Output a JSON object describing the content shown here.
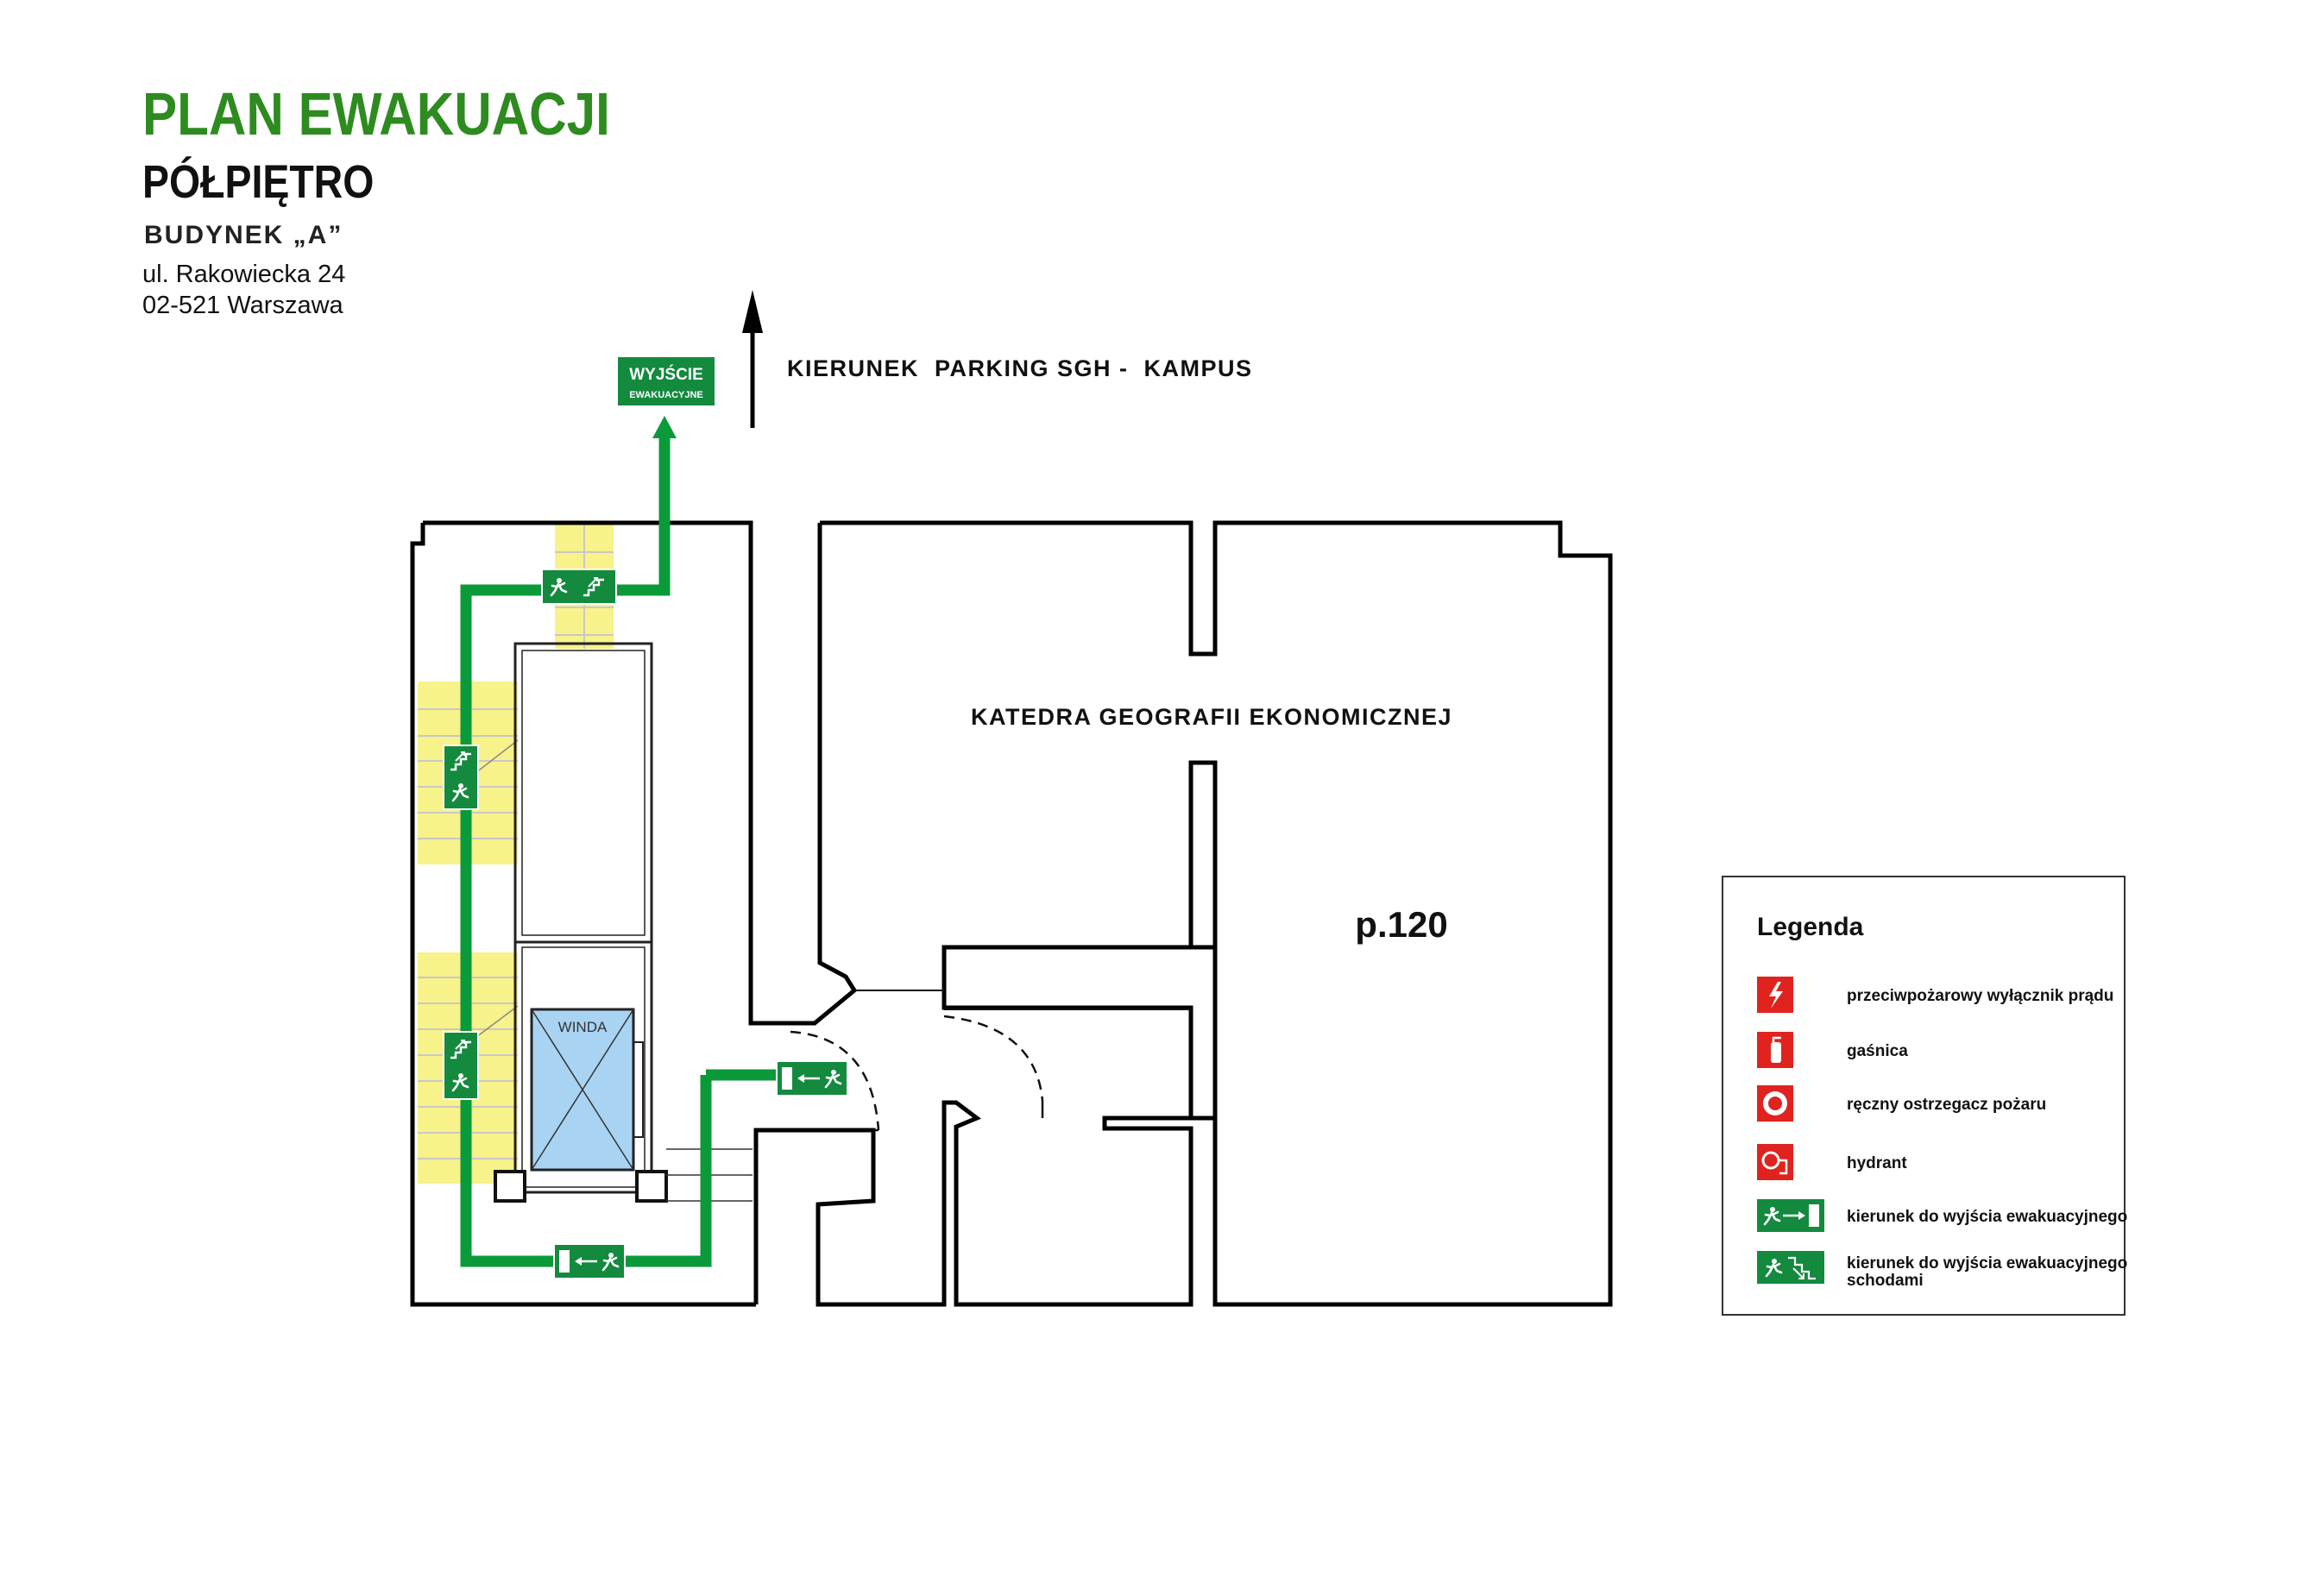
{
  "header": {
    "title": "PLAN EWAKUACJI",
    "subtitle": "PÓŁPIĘTRO",
    "building": "BUDYNEK „A”",
    "address_line1": "ul. Rakowiecka 24",
    "address_line2": "02-521 Warszawa"
  },
  "exit_sign": {
    "line1": "WYJŚCIE",
    "line2": "EWAKUACYJNE"
  },
  "direction_label": "KIERUNEK  PARKING SGH -  KAMPUS",
  "rooms": {
    "department": "KATEDRA GEOGRAFII EKONOMICZNEJ",
    "room_number": "p.120",
    "elevator": "WINDA"
  },
  "legend": {
    "title": "Legenda",
    "items": [
      {
        "icon": "fire-power-switch-icon",
        "label": "przeciwpożarowy wyłącznik prądu"
      },
      {
        "icon": "fire-extinguisher-icon",
        "label": "gaśnica"
      },
      {
        "icon": "manual-call-point-icon",
        "label": "ręczny ostrzegacz pożaru"
      },
      {
        "icon": "fire-hydrant-icon",
        "label": "hydrant"
      },
      {
        "icon": "exit-direction-icon",
        "label": "kierunek do wyjścia ewakuacyjnego"
      },
      {
        "icon": "exit-stairs-direction-icon",
        "label": "kierunek do wyjścia ewakuacyjnego",
        "label2": "schodami"
      }
    ]
  },
  "colors": {
    "title_green": "#2e8b1f",
    "route_green": "#0a9a3a",
    "sign_green": "#138a3e",
    "stairs_yellow": "#f7f28a",
    "elevator_blue": "#a9d3f2",
    "legend_red": "#e0231e"
  }
}
